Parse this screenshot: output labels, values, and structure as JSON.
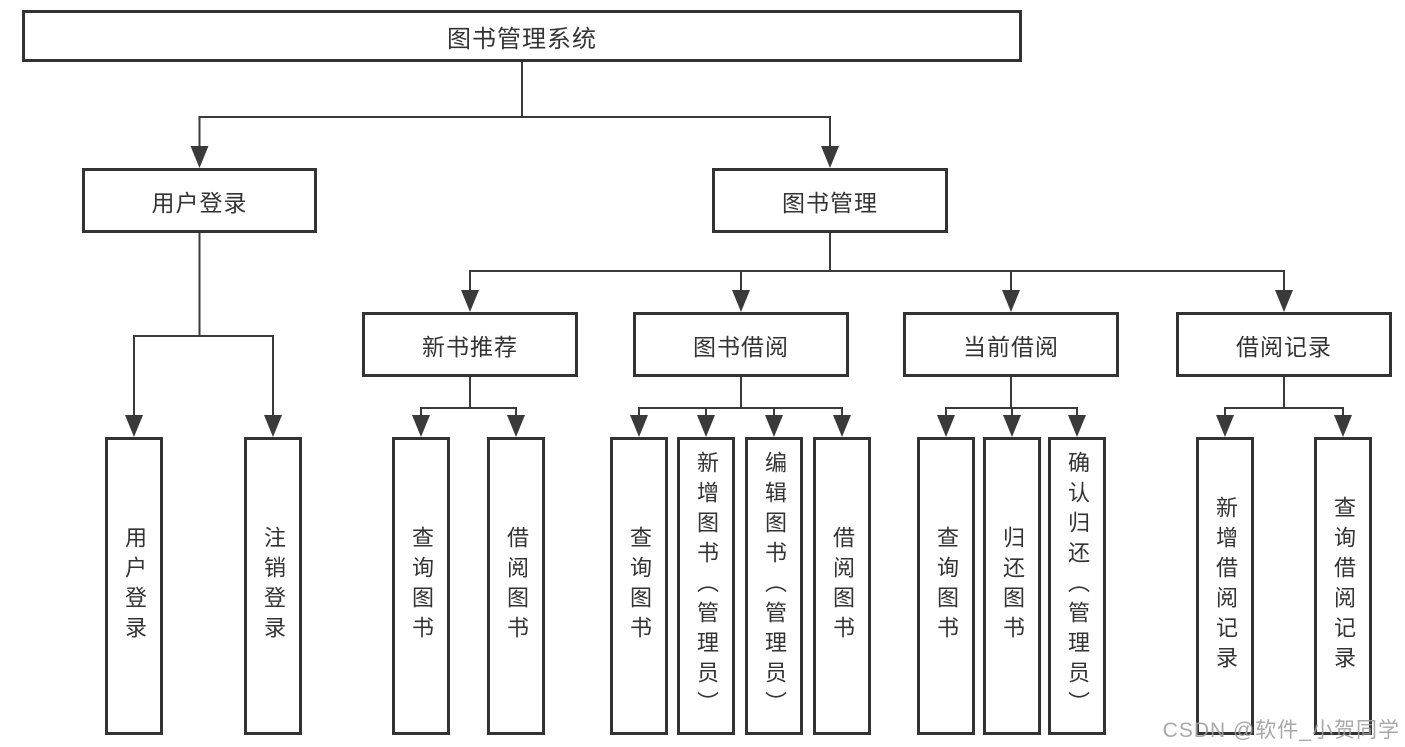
{
  "diagram": {
    "root": {
      "label": "图书管理系统"
    },
    "branches": {
      "user_login": {
        "label": "用户登录"
      },
      "book_mgmt": {
        "label": "图书管理"
      },
      "new_books": {
        "label": "新书推荐"
      },
      "book_borrow": {
        "label": "图书借阅"
      },
      "current_borrow": {
        "label": "当前借阅"
      },
      "borrow_records": {
        "label": "借阅记录"
      }
    },
    "leaves": {
      "user_login": [
        "用户登录",
        "注销登录"
      ],
      "new_books": [
        "查询图书",
        "借阅图书"
      ],
      "book_borrow": [
        "查询图书",
        "新增图书（管理员）",
        "编辑图书（管理员）",
        "借阅图书"
      ],
      "current_borrow": [
        "查询图书",
        "归还图书",
        "确认归还（管理员）"
      ],
      "borrow_records": [
        "新增借阅记录",
        "查询借阅记录"
      ]
    },
    "colors": {
      "line": "#3a3a3a",
      "box_border": "#333333",
      "text": "#333333",
      "background": "#ffffff"
    }
  },
  "watermark": {
    "text": "CSDN @软件_小贺同学",
    "color": "#9e9e9e"
  }
}
